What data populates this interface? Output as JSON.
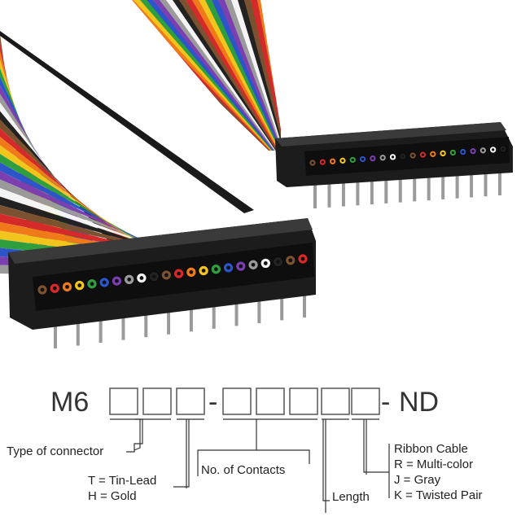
{
  "part_number": {
    "prefix": "M6",
    "separator": "-",
    "suffix": "ND",
    "placeholder_groups": [
      3,
      5
    ]
  },
  "legend": {
    "connector": "Type of connector",
    "plating_t": "T = Tin-Lead",
    "plating_h": "H = Gold",
    "contacts": "No. of Contacts",
    "length": "Length",
    "cable_title": "Ribbon Cable",
    "cable_r": "R = Multi-color",
    "cable_j": "J = Gray",
    "cable_k": "K = Twisted Pair"
  },
  "wire_colors": [
    "#7a5230",
    "#d42a2a",
    "#f07a1a",
    "#f2c51c",
    "#2e9e3e",
    "#2b55c9",
    "#7b3fb0",
    "#9a9a9a",
    "#f4f4f4",
    "#222222"
  ]
}
